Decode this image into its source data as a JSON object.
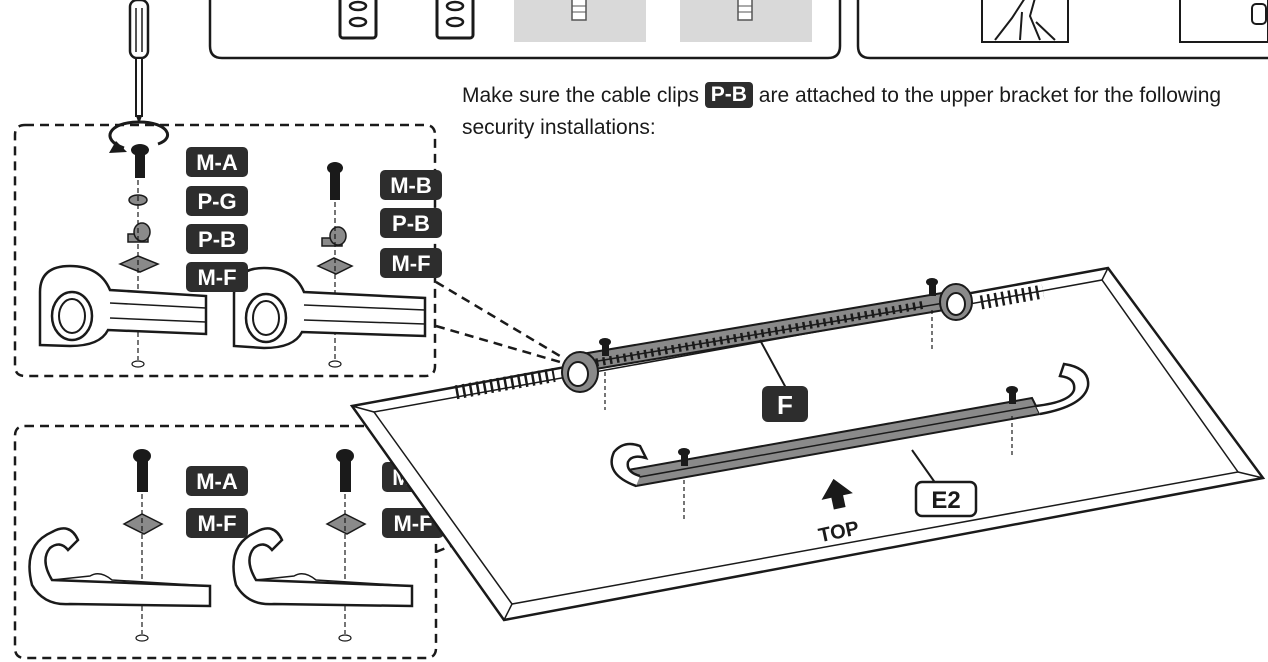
{
  "instruction": {
    "before": "Make sure the cable clips ",
    "badge": "P-B",
    "after": " are attached to the upper bracket for the following security installations:"
  },
  "callout_top_left": {
    "stack_a": [
      "M-A",
      "P-G",
      "P-B",
      "M-F"
    ],
    "stack_b": [
      "M-B",
      "P-B",
      "M-F"
    ]
  },
  "callout_bottom_left": {
    "stack_a": [
      "M-A",
      "M-F"
    ],
    "stack_b": [
      "M-B",
      "M-F"
    ]
  },
  "main": {
    "bracket_upper": "F",
    "bracket_lower": "E2",
    "direction": "TOP"
  },
  "colors": {
    "ink": "#1a1a1a",
    "badge": "#2d2d2d",
    "part_gray": "#8a8a8a",
    "box_fill": "#d9d9d9"
  }
}
